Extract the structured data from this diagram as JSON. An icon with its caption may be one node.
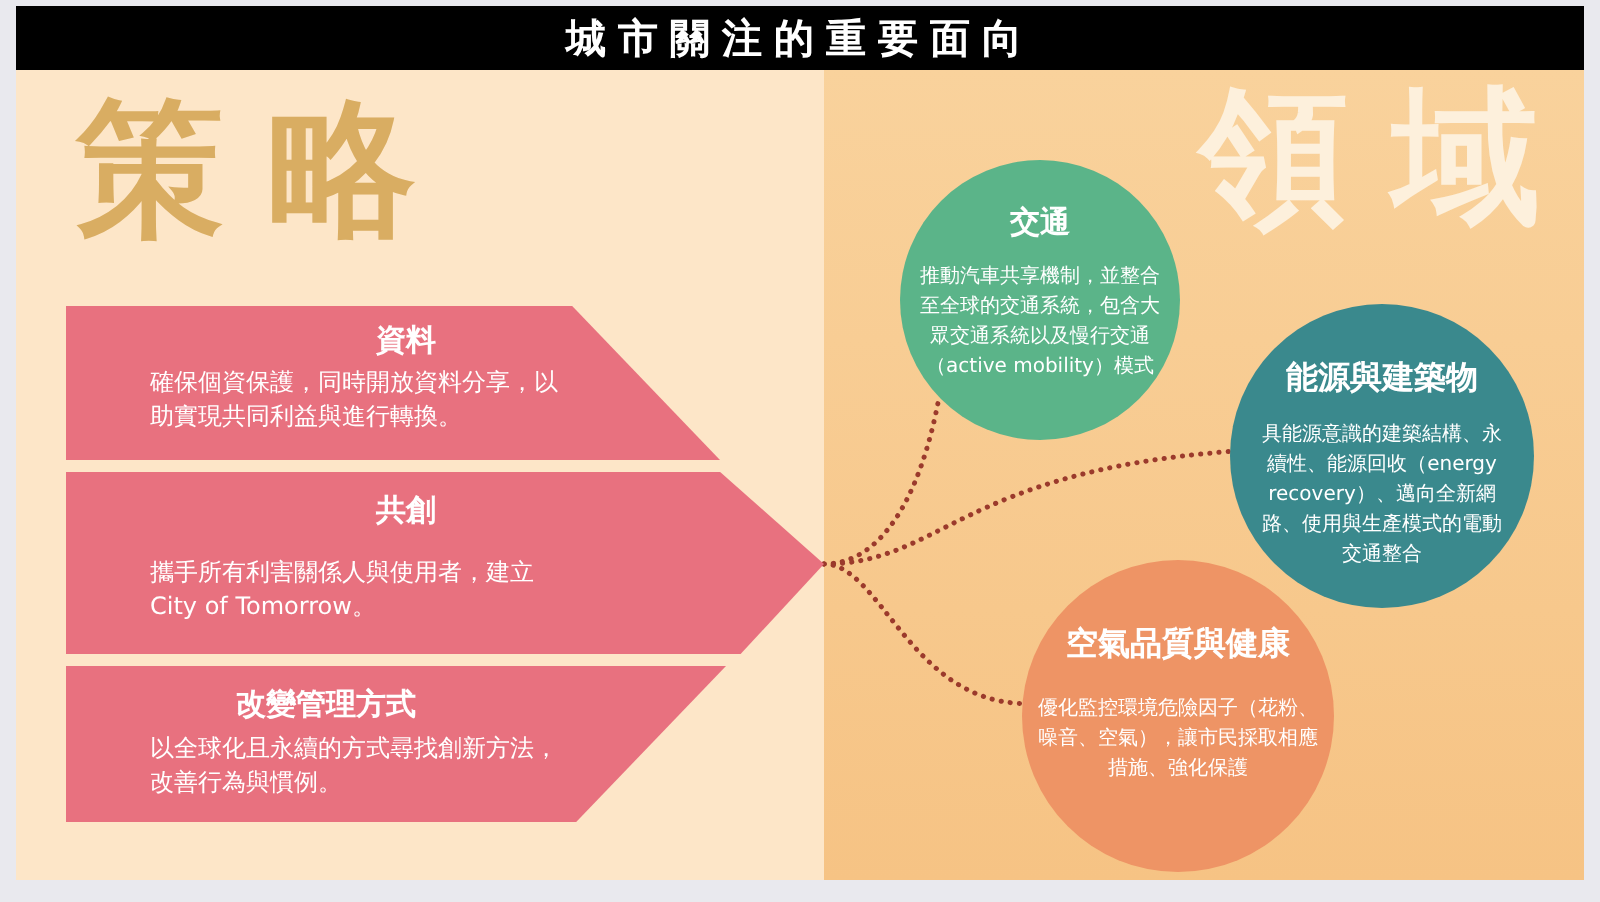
{
  "diagram": {
    "title": "城市關注的重要面向",
    "nodes": [
      {
        "text": [
          "資料",
          "確保個資保護，同時開放資料分享，以助實現共同利益與進行轉換。"
        ]
      },
      {
        "text": [
          "共創",
          "攜手所有利害關係人與使用者，建立City of Tomorrow。"
        ]
      },
      {
        "text": [
          "改變管理方式",
          "以全球化且永續的方式尋找創新方法，改善行為與慣例。"
        ]
      },
      {
        "text": [
          "交通",
          "推動汽車共享機制，並整合至全球的交通系統，包含大眾交通系統以及慢行交通（active mobility）模式"
        ]
      },
      {
        "text": [
          "能源與建築物",
          "具能源意識的建築結構、永續性、能源回收（energy recovery）、邁向全新網路、使用與生產模式的電動交通整合"
        ]
      },
      {
        "text": [
          "空氣品質與健康",
          "優化監控環境危險因子（花粉、噪音、空氣），讓市民採取相應措施、強化保護"
        ]
      }
    ],
    "edges": [
      {
        "from": 1,
        "to": 3,
        "arrow": "none",
        "style": "dashed"
      },
      {
        "from": 1,
        "to": 4,
        "arrow": "none",
        "style": "dashed"
      },
      {
        "from": 1,
        "to": 5,
        "arrow": "none",
        "style": "dashed"
      }
    ],
    "labels": [
      "策略",
      "領域"
    ]
  }
}
